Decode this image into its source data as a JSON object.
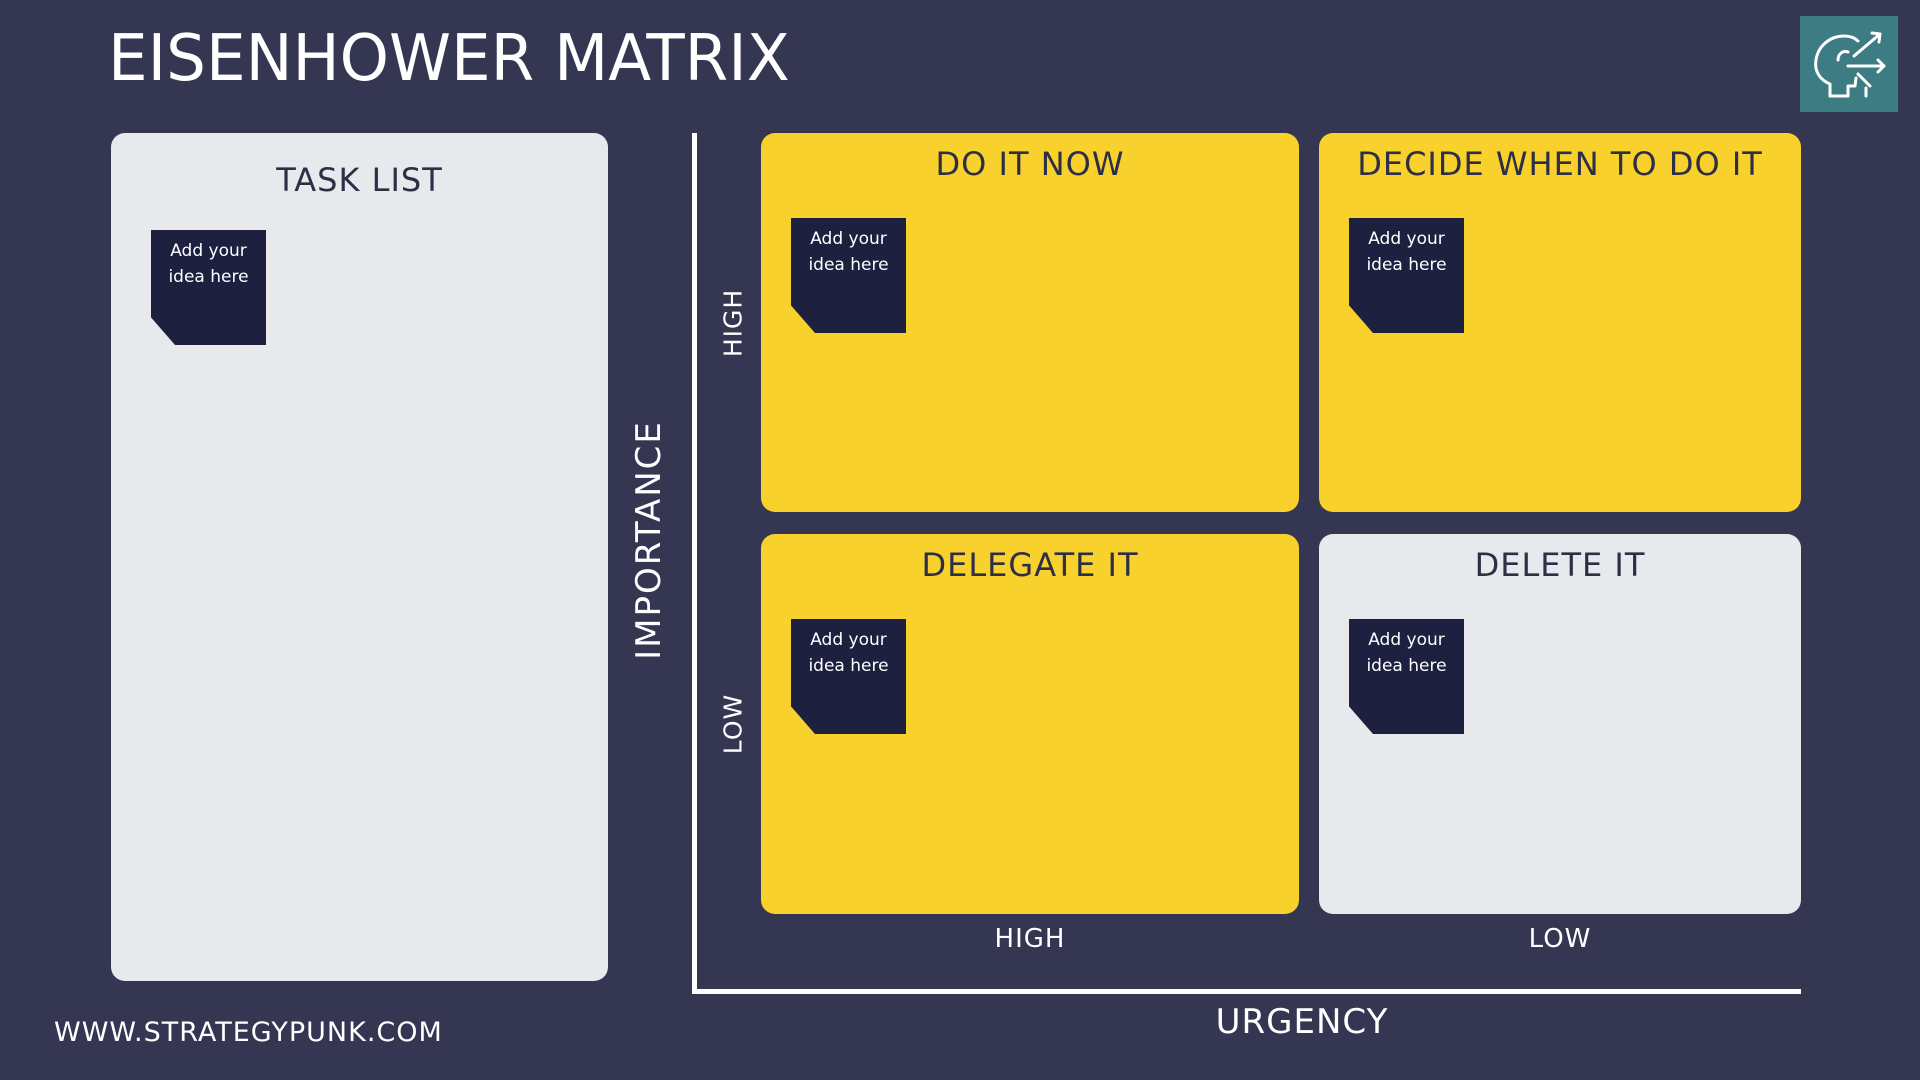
{
  "header": {
    "title": "EISENHOWER MATRIX",
    "logo_icon": "head-arrows-icon"
  },
  "task_list": {
    "title": "TASK LIST",
    "note": "Add your idea here"
  },
  "quadrants": [
    {
      "title": "DO IT NOW",
      "note": "Add your idea here",
      "color": "#f9d12c"
    },
    {
      "title": "DECIDE WHEN TO DO IT",
      "note": "Add your idea here",
      "color": "#f9d12c"
    },
    {
      "title": "DELEGATE IT",
      "note": "Add your idea here",
      "color": "#f9d12c"
    },
    {
      "title": "DELETE IT",
      "note": "Add your idea here",
      "color": "#e8e9ec"
    }
  ],
  "axes": {
    "y_label": "IMPORTANCE",
    "y_high": "HIGH",
    "y_low": "LOW",
    "x_label": "URGENCY",
    "x_high": "HIGH",
    "x_low": "LOW"
  },
  "footer": {
    "url": "WWW.STRATEGYPUNK.COM"
  },
  "colors": {
    "background": "#343652",
    "accent_yellow": "#f9d12c",
    "panel_grey": "#e8e9ec",
    "note_navy": "#1e2040",
    "logo_teal": "#3e7c84"
  }
}
